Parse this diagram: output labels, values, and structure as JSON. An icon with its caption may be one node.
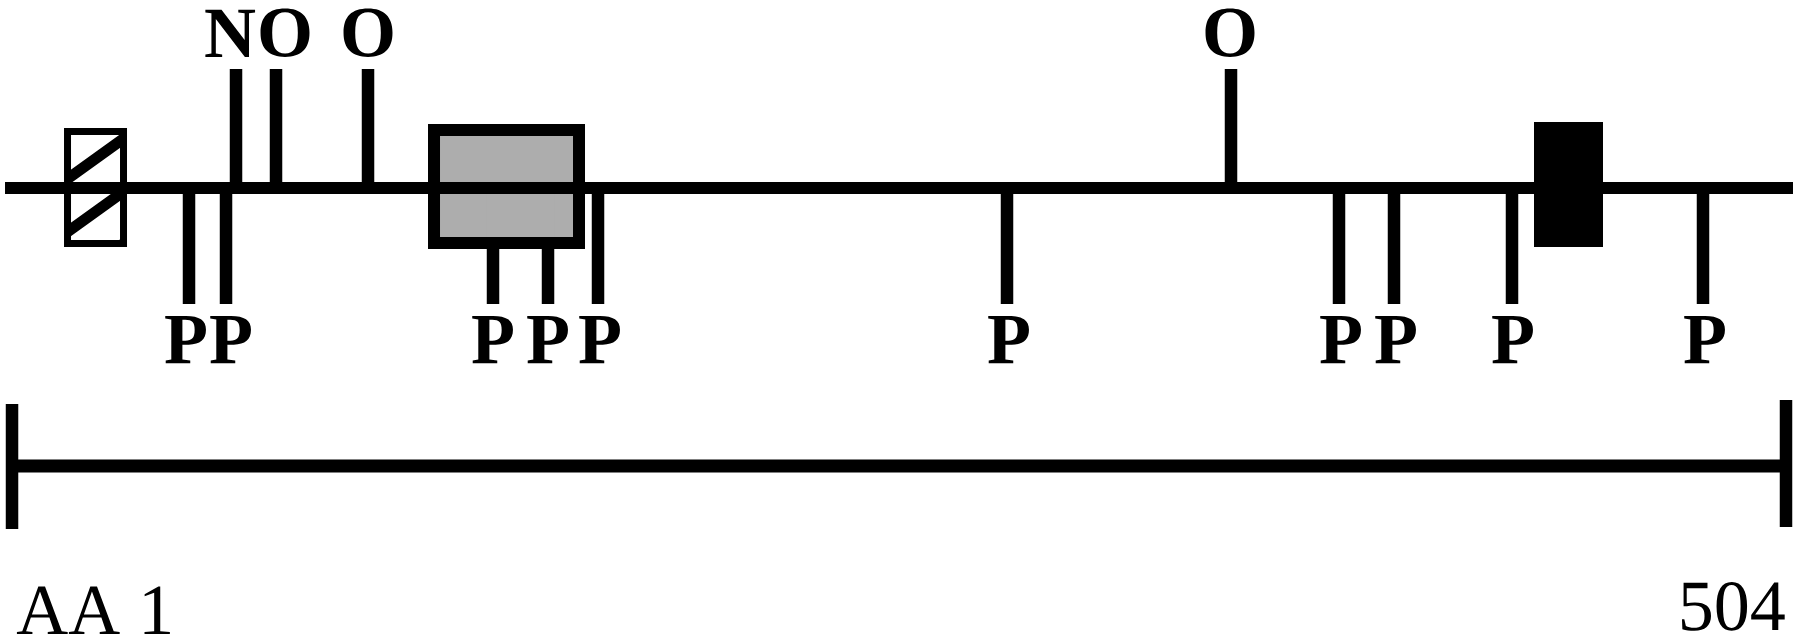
{
  "diagram": {
    "nodes": [
      {
        "text": [
          "N"
        ]
      },
      {
        "text": [
          "O"
        ]
      },
      {
        "text": [
          "O"
        ]
      },
      {
        "text": [
          "O"
        ]
      },
      {
        "text": [],
        "shape": "bar"
      },
      {
        "text": [],
        "shape": "box"
      },
      {
        "text": [],
        "shape": "box"
      },
      {
        "text": [],
        "shape": "box"
      },
      {
        "text": [
          "P"
        ]
      },
      {
        "text": [
          "P"
        ]
      },
      {
        "text": [
          "P"
        ]
      },
      {
        "text": [
          "P"
        ]
      },
      {
        "text": [
          "P"
        ]
      },
      {
        "text": [
          "P"
        ]
      },
      {
        "text": [
          "P"
        ]
      },
      {
        "text": [
          "P"
        ]
      },
      {
        "text": [
          "P"
        ]
      },
      {
        "text": [
          "P"
        ]
      }
    ],
    "edges": [
      {
        "from": 0,
        "to": 4,
        "arrow": "none"
      },
      {
        "from": 1,
        "to": 4,
        "arrow": "none"
      },
      {
        "from": 2,
        "to": 4,
        "arrow": "none"
      },
      {
        "from": 3,
        "to": 4,
        "arrow": "none"
      },
      {
        "from": 8,
        "to": 4,
        "arrow": "none"
      },
      {
        "from": 9,
        "to": 4,
        "arrow": "none"
      },
      {
        "from": 10,
        "to": 6,
        "arrow": "none"
      },
      {
        "from": 11,
        "to": 6,
        "arrow": "none"
      },
      {
        "from": 12,
        "to": 4,
        "arrow": "none"
      },
      {
        "from": 13,
        "to": 4,
        "arrow": "none"
      },
      {
        "from": 14,
        "to": 4,
        "arrow": "none"
      },
      {
        "from": 15,
        "to": 4,
        "arrow": "none"
      },
      {
        "from": 16,
        "to": 4,
        "arrow": "none"
      },
      {
        "from": 17,
        "to": 4,
        "arrow": "none"
      }
    ],
    "labels": [
      "AA 1",
      "504"
    ]
  }
}
